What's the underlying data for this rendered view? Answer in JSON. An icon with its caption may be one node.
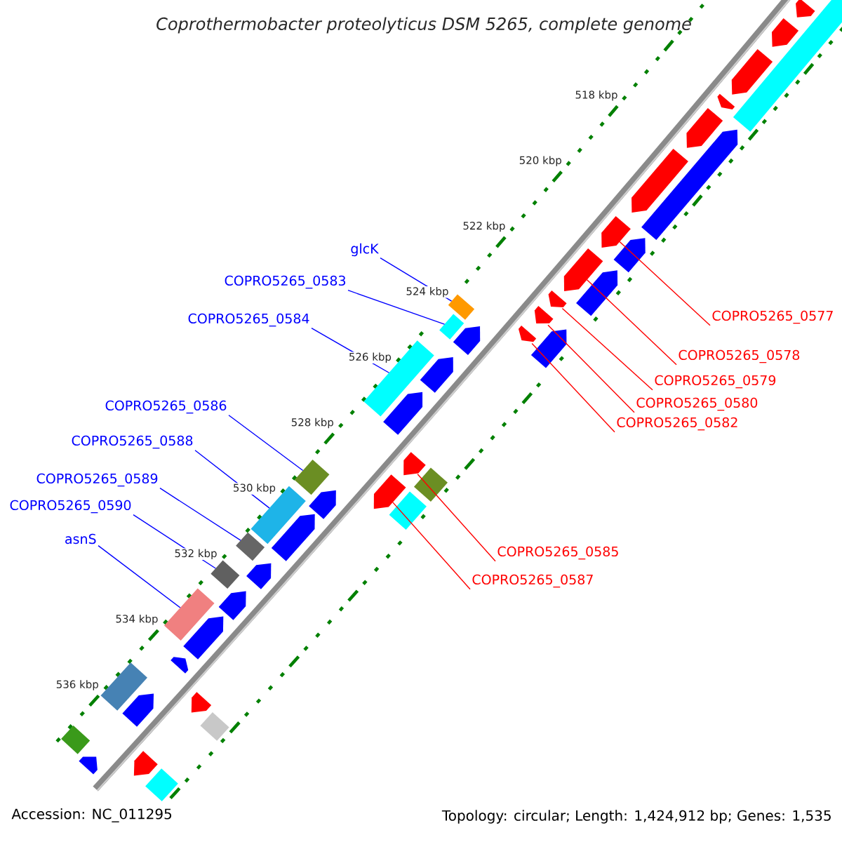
{
  "diagram": {
    "title": "Coprothermobacter proteolyticus DSM 5265, complete genome",
    "nodes": [
      {
        "text": [
          "glcK"
        ]
      },
      {
        "text": [
          "COPRO5265_0583"
        ]
      },
      {
        "text": [
          "COPRO5265_0577"
        ]
      },
      {
        "text": [
          "COPRO5265_0584"
        ]
      },
      {
        "text": [
          "COPRO5265_0578"
        ]
      },
      {
        "text": [
          "COPRO5265_0579"
        ]
      },
      {
        "text": [
          "COPRO5265_0580"
        ]
      },
      {
        "text": [
          "COPRO5265_0586"
        ]
      },
      {
        "text": [
          "COPRO5265_0582"
        ]
      },
      {
        "text": [
          "COPRO5265_0588"
        ]
      },
      {
        "text": [
          "COPRO5265_0589"
        ]
      },
      {
        "text": [
          "COPRO5265_0590"
        ]
      },
      {
        "text": [
          "asnS"
        ]
      },
      {
        "text": [
          "COPRO5265_0585"
        ]
      },
      {
        "text": [
          "COPRO5265_0587"
        ]
      },
      {
        "text": [],
        "shape": "arrow"
      },
      {
        "text": [],
        "shape": "arrow"
      },
      {
        "text": [],
        "shape": "bar"
      },
      {
        "text": [],
        "shape": "arrow"
      },
      {
        "text": [],
        "shape": "arrow"
      },
      {
        "text": [],
        "shape": "arrow"
      },
      {
        "text": [],
        "shape": "arrow"
      },
      {
        "text": [],
        "shape": "arrow"
      },
      {
        "text": [],
        "shape": "arrow"
      },
      {
        "text": [],
        "shape": "arrow"
      },
      {
        "text": [],
        "shape": "arrow"
      },
      {
        "text": [],
        "shape": "arrow"
      },
      {
        "text": [],
        "shape": "arrow"
      },
      {
        "text": [],
        "shape": "bar"
      },
      {
        "text": [],
        "shape": "bar"
      },
      {
        "text": [],
        "shape": "arrow"
      },
      {
        "text": [],
        "shape": "arrow"
      },
      {
        "text": [],
        "shape": "arrow"
      },
      {
        "text": [],
        "shape": "arrow"
      },
      {
        "text": [],
        "shape": "arrow"
      },
      {
        "text": [],
        "shape": "bar"
      },
      {
        "text": [],
        "shape": "arrow"
      },
      {
        "text": [],
        "shape": "arrow"
      },
      {
        "text": [],
        "shape": "bar"
      },
      {
        "text": [],
        "shape": "bar"
      },
      {
        "text": [],
        "shape": "arrow"
      },
      {
        "text": [],
        "shape": "arrow"
      },
      {
        "text": [],
        "shape": "bar"
      },
      {
        "text": [],
        "shape": "bar"
      },
      {
        "text": [],
        "shape": "arrow"
      },
      {
        "text": [],
        "shape": "bar"
      },
      {
        "text": [],
        "shape": "arrow"
      },
      {
        "text": [],
        "shape": "bar"
      },
      {
        "text": [],
        "shape": "arrow"
      },
      {
        "text": [],
        "shape": "bar"
      },
      {
        "text": [],
        "shape": "arrow"
      },
      {
        "text": [],
        "shape": "arrow"
      },
      {
        "text": [],
        "shape": "bar"
      },
      {
        "text": [],
        "shape": "arrow"
      },
      {
        "text": [],
        "shape": "arrow"
      },
      {
        "text": [],
        "shape": "bar"
      },
      {
        "text": [],
        "shape": "bar"
      },
      {
        "text": [],
        "shape": "arrow"
      },
      {
        "text": [],
        "shape": "arrow"
      },
      {
        "text": [],
        "shape": "bar"
      }
    ],
    "edges": [
      {
        "from": 0,
        "to": 28,
        "arrow": "none"
      },
      {
        "from": 1,
        "to": 29,
        "arrow": "none"
      },
      {
        "from": 2,
        "to": 23,
        "arrow": "none",
        "color": "#ff0000"
      },
      {
        "from": 3,
        "to": 35,
        "arrow": "none"
      },
      {
        "from": 4,
        "to": 25,
        "arrow": "none",
        "color": "#ff0000"
      },
      {
        "from": 5,
        "to": 27,
        "arrow": "none",
        "color": "#ff0000"
      },
      {
        "from": 6,
        "to": 30,
        "arrow": "none",
        "color": "#ff0000"
      },
      {
        "from": 7,
        "to": 38,
        "arrow": "none"
      },
      {
        "from": 8,
        "to": 31,
        "arrow": "none",
        "color": "#ff0000"
      },
      {
        "from": 9,
        "to": 43,
        "arrow": "none"
      },
      {
        "from": 10,
        "to": 45,
        "arrow": "none"
      },
      {
        "from": 11,
        "to": 47,
        "arrow": "none"
      },
      {
        "from": 12,
        "to": 49,
        "arrow": "none"
      },
      {
        "from": 13,
        "to": 37,
        "arrow": "none",
        "color": "#ff0000"
      },
      {
        "from": 14,
        "to": 40,
        "arrow": "none",
        "color": "#ff0000"
      }
    ],
    "labels": [
      "518 kbp",
      "520 kbp",
      "522 kbp",
      "524 kbp",
      "526 kbp",
      "528 kbp",
      "530 kbp",
      "532 kbp",
      "534 kbp",
      "536 kbp",
      "Accession: NC_011295",
      "Topology: circular; Length: 1,424,912 bp; Genes: 1,535"
    ]
  }
}
